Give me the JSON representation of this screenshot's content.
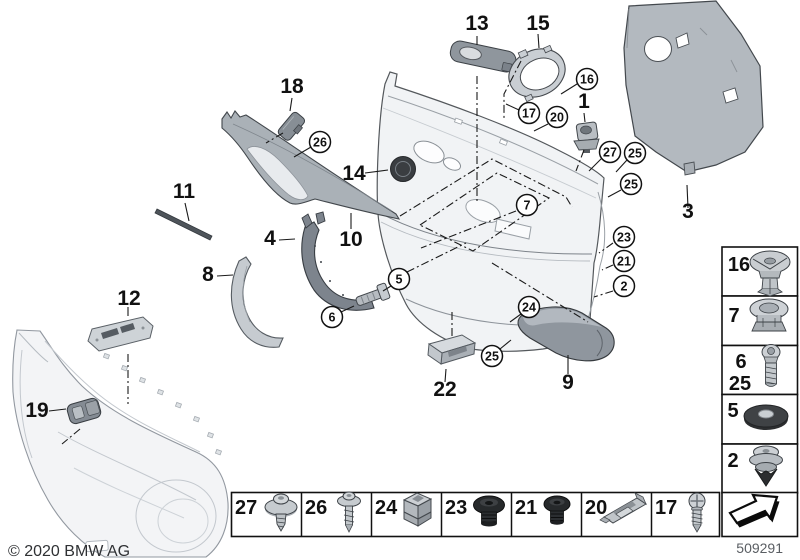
{
  "colors": {
    "background": "#ffffff",
    "outline": "#1a1a1a",
    "panel_light_gray": "#f1f3f5",
    "panel_medium_gray": "#b3b9bf",
    "dark_part_gray": "#7d848d",
    "dark_plug_black": "#26292b"
  },
  "callouts": {
    "plain": [
      {
        "label": "13"
      },
      {
        "label": "15"
      },
      {
        "label": "18"
      },
      {
        "label": "1"
      },
      {
        "label": "3"
      },
      {
        "label": "14"
      },
      {
        "label": "11"
      },
      {
        "label": "4"
      },
      {
        "label": "10"
      },
      {
        "label": "8"
      },
      {
        "label": "12"
      },
      {
        "label": "19"
      },
      {
        "label": "22"
      },
      {
        "label": "9"
      }
    ],
    "circled": [
      {
        "label": "26"
      },
      {
        "label": "16"
      },
      {
        "label": "17"
      },
      {
        "label": "20"
      },
      {
        "label": "27"
      },
      {
        "label": "25"
      },
      {
        "label": "25"
      },
      {
        "label": "7"
      },
      {
        "label": "23"
      },
      {
        "label": "21"
      },
      {
        "label": "2"
      },
      {
        "label": "5"
      },
      {
        "label": "6"
      },
      {
        "label": "24"
      },
      {
        "label": "25"
      }
    ]
  },
  "fastener_sidebar": {
    "cells": [
      {
        "labels": [
          "16"
        ],
        "icon": "expanding-rivet-icon"
      },
      {
        "labels": [
          "7"
        ],
        "icon": "grommet-icon"
      },
      {
        "labels": [
          "6",
          "25"
        ],
        "icon": "torx-screw-icon"
      },
      {
        "labels": [
          "5"
        ],
        "icon": "washer-icon"
      },
      {
        "labels": [
          "2"
        ],
        "icon": "expanding-clip-icon"
      }
    ]
  },
  "fastener_legend_row": {
    "cells": [
      {
        "label": "27",
        "icon": "screw-with-washer-icon"
      },
      {
        "label": "26",
        "icon": "self-tapping-screw-icon"
      },
      {
        "label": "24",
        "icon": "expanding-nut-icon"
      },
      {
        "label": "23",
        "icon": "blind-plug-icon"
      },
      {
        "label": "21",
        "icon": "sealing-plug-icon"
      },
      {
        "label": "20",
        "icon": "retaining-clip-icon"
      },
      {
        "label": "17",
        "icon": "pan-head-screw-icon"
      }
    ],
    "direction_arrow_icon": "direction-arrow"
  },
  "footer": {
    "copyright": "© 2020 BMW AG",
    "document_number": "509291"
  }
}
